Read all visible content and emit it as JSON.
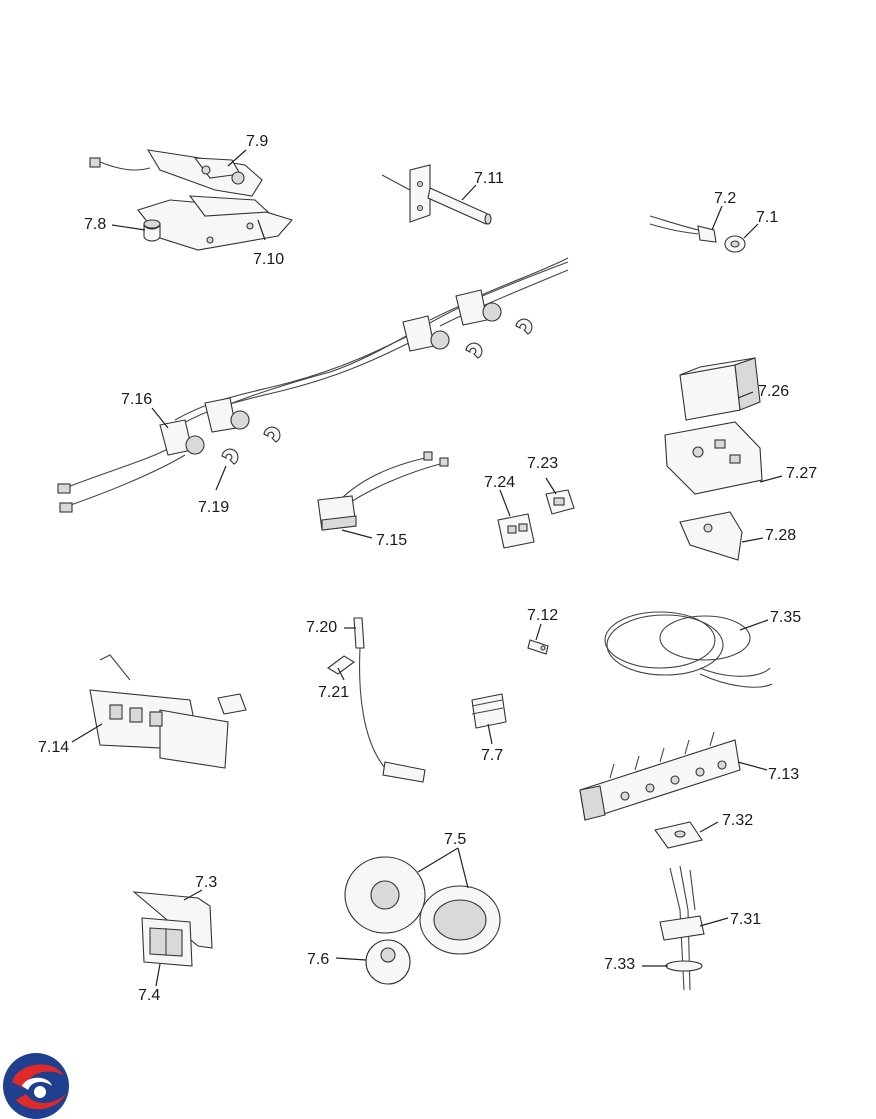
{
  "diagram": {
    "labels": {
      "p7_9": "7.9",
      "p7_8": "7.8",
      "p7_10": "7.10",
      "p7_11": "7.11",
      "p7_2": "7.2",
      "p7_1": "7.1",
      "p7_16": "7.16",
      "p7_19": "7.19",
      "p7_15": "7.15",
      "p7_24": "7.24",
      "p7_23": "7.23",
      "p7_26": "7.26",
      "p7_27": "7.27",
      "p7_28": "7.28",
      "p7_20": "7.20",
      "p7_21": "7.21",
      "p7_12": "7.12",
      "p7_35": "7.35",
      "p7_14": "7.14",
      "p7_7": "7.7",
      "p7_13": "7.13",
      "p7_32": "7.32",
      "p7_5": "7.5",
      "p7_3": "7.3",
      "p7_31": "7.31",
      "p7_6": "7.6",
      "p7_33": "7.33",
      "p7_4": "7.4"
    }
  },
  "logo": {
    "icon": "brand-swirl-logo",
    "colors": [
      "#1f3f8f",
      "#e02a2a"
    ]
  }
}
